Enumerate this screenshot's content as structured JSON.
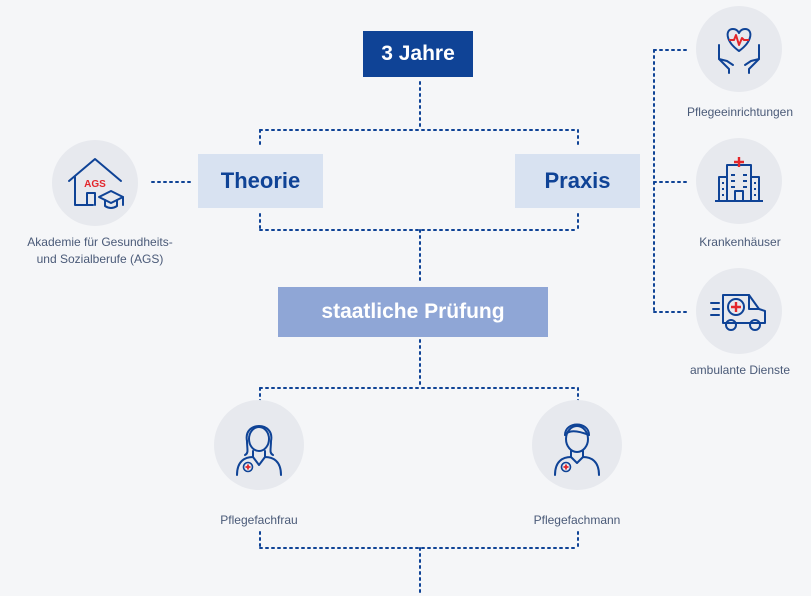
{
  "duration": "3 Jahre",
  "theory": "Theorie",
  "practice": "Praxis",
  "exam": "staatliche Prüfung",
  "school": {
    "badge": "AGS",
    "caption_line1": "Akademie für Gesundheits-",
    "caption_line2": "und Sozialberufe (AGS)"
  },
  "practice_sites": [
    {
      "label": "Pflegeeinrichtungen",
      "icon": "heart-hands-icon"
    },
    {
      "label": "Krankenhäuser",
      "icon": "hospital-building-icon"
    },
    {
      "label": "ambulante Dienste",
      "icon": "ambulance-icon"
    }
  ],
  "outcomes": [
    {
      "label": "Pflegefachfrau",
      "icon": "female-nurse-icon"
    },
    {
      "label": "Pflegefachmann",
      "icon": "male-nurse-icon"
    }
  ],
  "colors": {
    "primary": "#0f4396",
    "light_box": "#d8e2f1",
    "mid_box": "#8fa6d6",
    "icon_circle": "#e7e9ee",
    "accent_red": "#e3262b",
    "background": "#f5f6f8"
  }
}
